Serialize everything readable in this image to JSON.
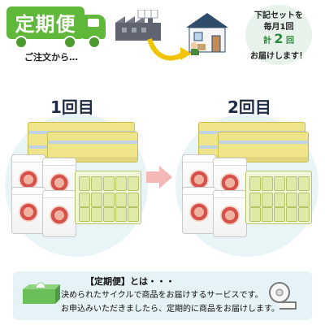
{
  "header": {
    "title": "定期便",
    "subtitle": "ご注文から…",
    "delivery_note": {
      "line1": "下記セットを",
      "line2": "毎月1回",
      "line3_prefix": "計",
      "line3_number": "2",
      "line3_suffix": "回",
      "line4": "お届けします！"
    }
  },
  "rounds": [
    {
      "label": "1回目"
    },
    {
      "label": "2回目"
    }
  ],
  "info": {
    "title": "【定期便】とは・・・",
    "line1": "決められたサイクルで商品をお届けするサービスです。",
    "line2": "お申込みいただきましたら、定期的に商品をお届けします。"
  },
  "colors": {
    "brand_green": "#5fb83a",
    "accent_green": "#2a8a3a",
    "light_blue": "#e8f4f6",
    "arrow_pink": "#f4b8b8"
  },
  "icons": {
    "truck": "delivery-truck-icon",
    "factory": "factory-icon",
    "house": "house-icon",
    "arrow": "arrow-icon",
    "tissue": "tissue-box-icon",
    "roll": "toilet-roll-icon"
  }
}
